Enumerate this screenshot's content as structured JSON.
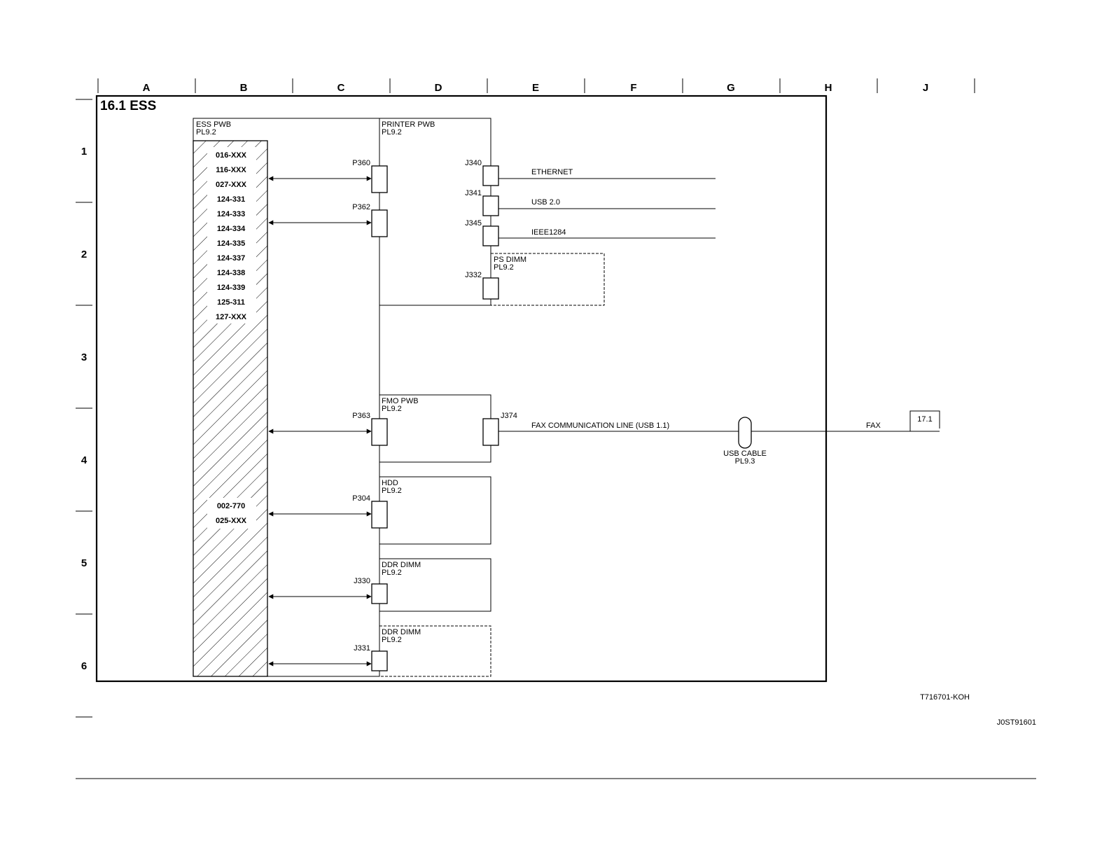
{
  "title": "16.1 ESS",
  "columns": [
    "A",
    "B",
    "C",
    "D",
    "E",
    "F",
    "G",
    "H",
    "J"
  ],
  "rows": [
    "1",
    "2",
    "3",
    "4",
    "5",
    "6"
  ],
  "ess_pwb": {
    "name": "ESS PWB",
    "ref": "PL9.2"
  },
  "fault_codes_top": [
    "016-XXX",
    "116-XXX",
    "027-XXX",
    "124-331",
    "124-333",
    "124-334",
    "124-335",
    "124-337",
    "124-338",
    "124-339",
    "125-311",
    "127-XXX"
  ],
  "fault_codes_bottom": [
    "002-770",
    "025-XXX"
  ],
  "printer_pwb": {
    "name": "PRINTER PWB",
    "ref": "PL9.2"
  },
  "connectors": {
    "p360": "P360",
    "p362": "P362",
    "p363": "P363",
    "p304": "P304",
    "j330": "J330",
    "j331": "J331",
    "j340": "J340",
    "j341": "J341",
    "j345": "J345",
    "j332": "J332",
    "j374": "J374"
  },
  "lines": {
    "ethernet": "ETHERNET",
    "usb": "USB 2.0",
    "ieee": "IEEE1284",
    "fax_line": "FAX COMMUNICATION LINE (USB 1.1)",
    "fax": "FAX"
  },
  "ps_dimm": {
    "name": "PS DIMM",
    "ref": "PL9.2"
  },
  "fmo_pwb": {
    "name": "FMO PWB",
    "ref": "PL9.2"
  },
  "hdd": {
    "name": "HDD",
    "ref": "PL9.2"
  },
  "ddr_dimm_1": {
    "name": "DDR DIMM",
    "ref": "PL9.2"
  },
  "ddr_dimm_2": {
    "name": "DDR DIMM",
    "ref": "PL9.2"
  },
  "usb_cable": {
    "name": "USB CABLE",
    "ref": "PL9.3"
  },
  "fax_ref": "17.1",
  "drawing_id": "T716701-KOH",
  "sheet_id": "J0ST91601"
}
